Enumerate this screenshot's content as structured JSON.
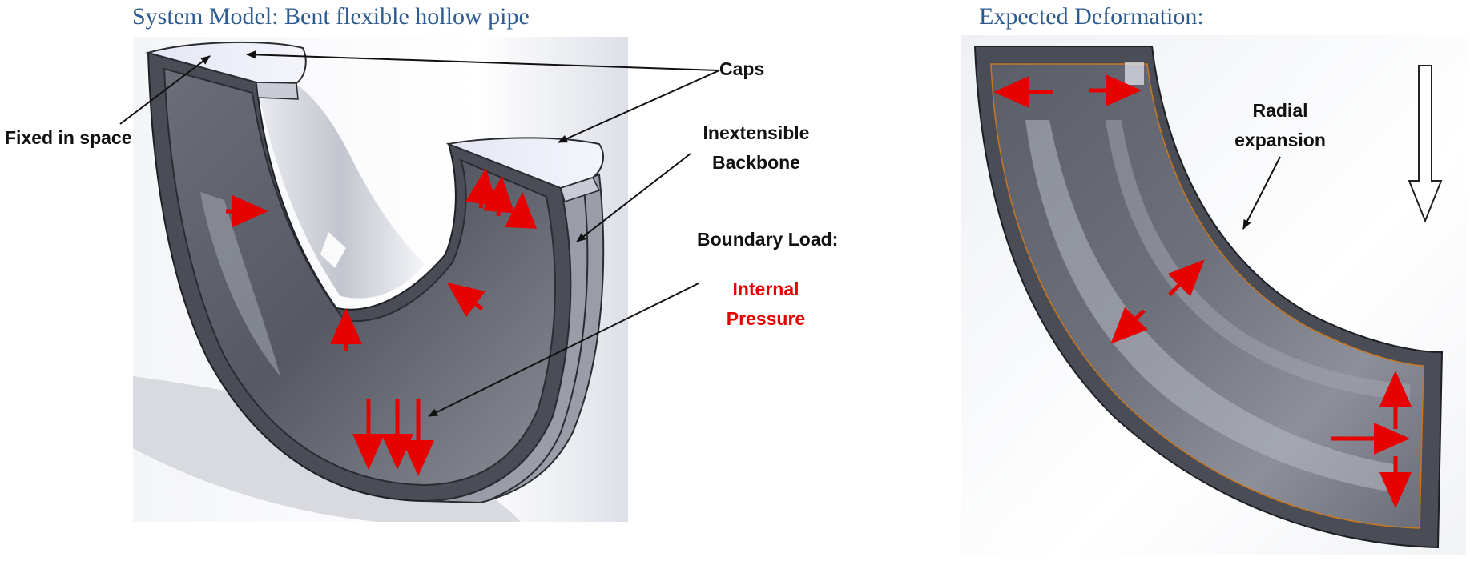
{
  "panels": {
    "left": {
      "title": "System Model: Bent flexible hollow pipe"
    },
    "right": {
      "title": "Expected Deformation:"
    }
  },
  "labels": {
    "fixed": "Fixed in space",
    "caps": "Caps",
    "backbone_line1": "Inextensible",
    "backbone_line2": "Backbone",
    "boundary": "Boundary Load:",
    "pressure_line1": "Internal",
    "pressure_line2": "Pressure",
    "radial_line1": "Radial",
    "radial_line2": "expansion"
  },
  "colors": {
    "title": "#2e5b8f",
    "pipe": "#4a4d56",
    "arrow_load": "#e60000",
    "annotation": "#111111"
  }
}
